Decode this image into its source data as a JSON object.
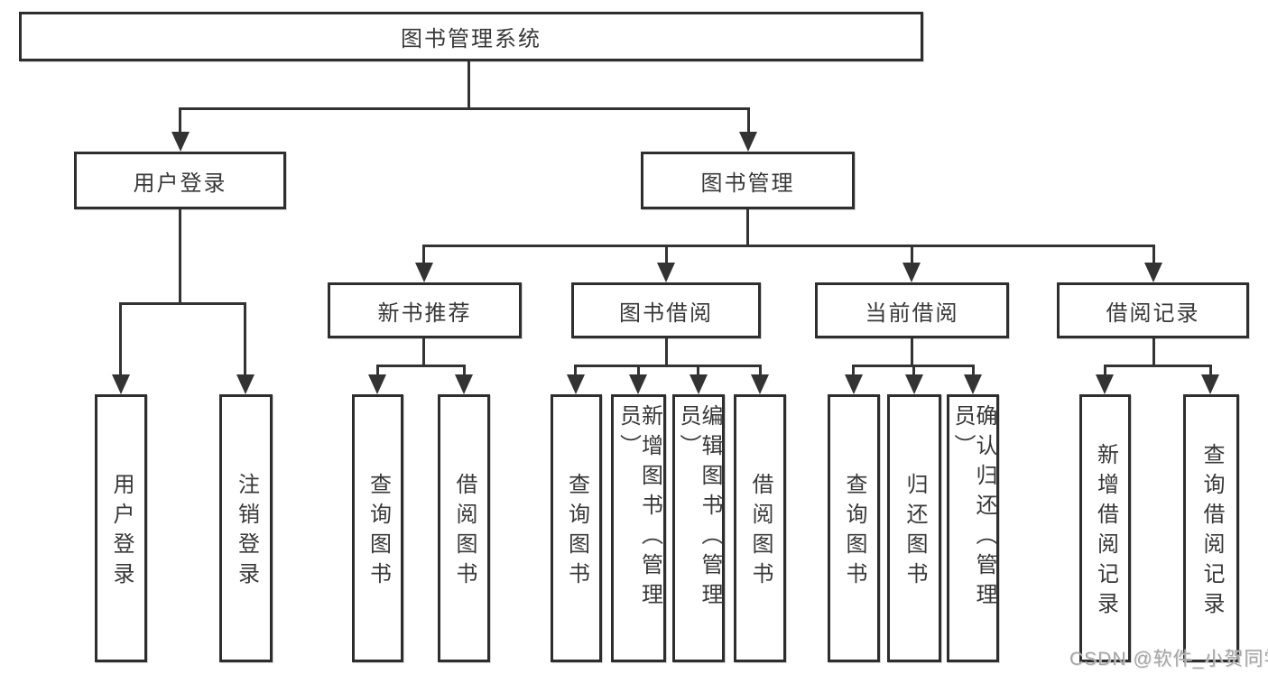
{
  "tree": {
    "label": "图书管理系统",
    "children": [
      {
        "label": "用户登录",
        "children": [
          {
            "label": "用户登录"
          },
          {
            "label": "注销登录"
          }
        ]
      },
      {
        "label": "图书管理",
        "children": [
          {
            "label": "新书推荐",
            "children": [
              {
                "label": "查询图书"
              },
              {
                "label": "借阅图书"
              }
            ]
          },
          {
            "label": "图书借阅",
            "children": [
              {
                "label": "查询图书"
              },
              {
                "label": "新增图书（管理员）"
              },
              {
                "label": "编辑图书（管理员）"
              },
              {
                "label": "借阅图书"
              }
            ]
          },
          {
            "label": "当前借阅",
            "children": [
              {
                "label": "查询图书"
              },
              {
                "label": "归还图书"
              },
              {
                "label": "确认归还（管理员）"
              }
            ]
          },
          {
            "label": "借阅记录",
            "children": [
              {
                "label": "新增借阅记录"
              },
              {
                "label": "查询借阅记录"
              }
            ]
          }
        ]
      }
    ]
  },
  "watermark": "CSDN @软件_小贺同学",
  "colors": {
    "line": "#333333",
    "box_border": "#2e2e2e",
    "text": "#383838",
    "watermark": "#a6a6a6",
    "background": "#ffffff"
  }
}
